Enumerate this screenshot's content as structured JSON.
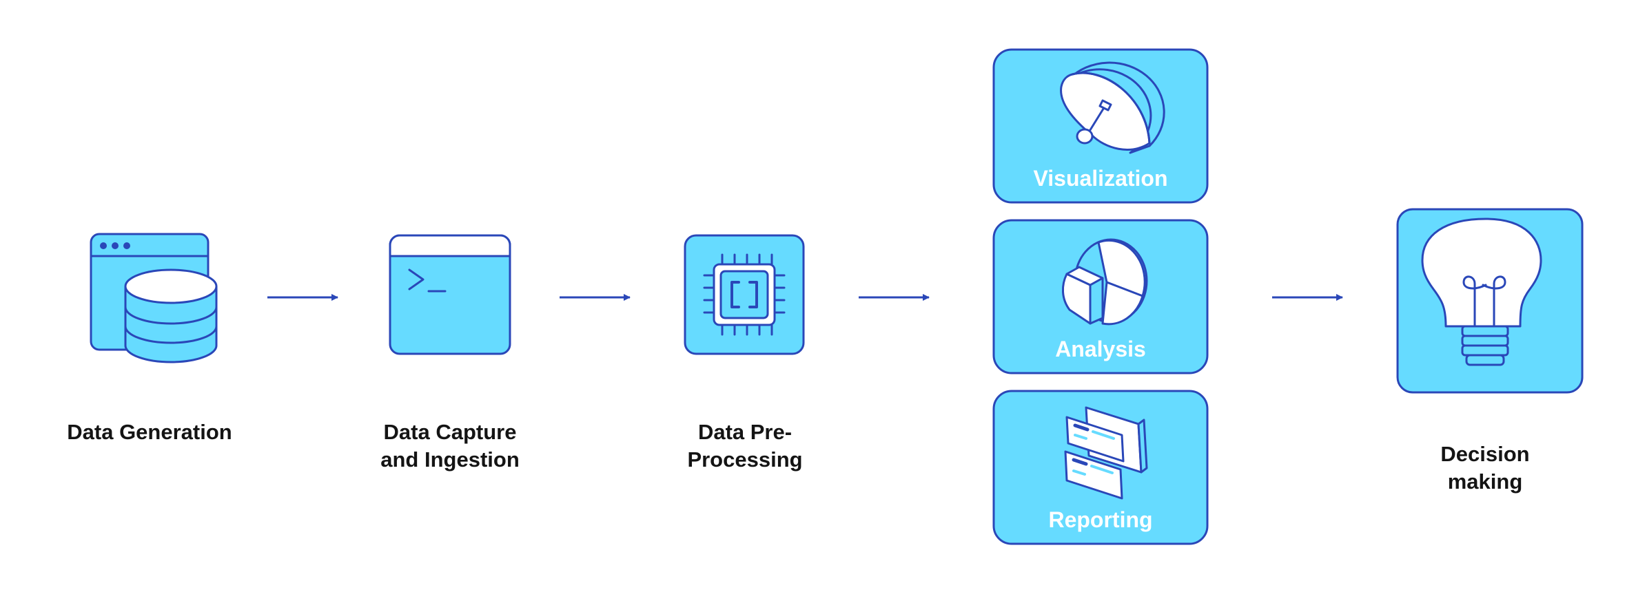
{
  "colors": {
    "fill": "#66DBFF",
    "stroke": "#2A47B8",
    "arrow": "#2A47B8",
    "white": "#FFFFFF",
    "text": "#141414"
  },
  "steps": [
    {
      "line1": "Data Generation",
      "line2": "",
      "icon": "database-icon"
    },
    {
      "line1": "Data Capture",
      "line2": "and Ingestion",
      "icon": "terminal-window-icon"
    },
    {
      "line1": "Data Pre-",
      "line2": "Processing",
      "icon": "processor-chip-icon"
    }
  ],
  "cards": [
    {
      "title": "Visualization",
      "icon": "gauge-icon"
    },
    {
      "title": "Analysis",
      "icon": "pie-chart-icon"
    },
    {
      "title": "Reporting",
      "icon": "report-documents-icon"
    }
  ],
  "final": {
    "line1": "Decision",
    "line2": "making",
    "icon": "light-bulb-icon"
  }
}
